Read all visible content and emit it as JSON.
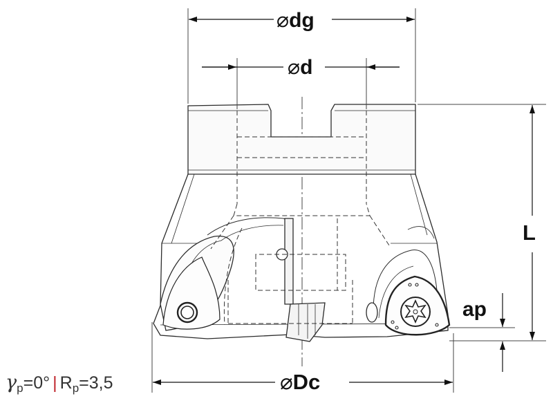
{
  "dimensions": {
    "dg": {
      "symbol": "⌀",
      "label": "dg"
    },
    "d": {
      "symbol": "⌀",
      "label": "d"
    },
    "Dc": {
      "symbol": "⌀",
      "label": "Dc"
    },
    "L": {
      "label": "L"
    },
    "ap": {
      "label": "ap"
    }
  },
  "formula": {
    "gamma": "γ",
    "gamma_sub": "p",
    "gamma_value": "=0°",
    "separator": "|",
    "r": "R",
    "r_sub": "p",
    "r_value": "=3,5"
  },
  "colors": {
    "line": "#2b2b2b",
    "separator": "#c0262d"
  }
}
